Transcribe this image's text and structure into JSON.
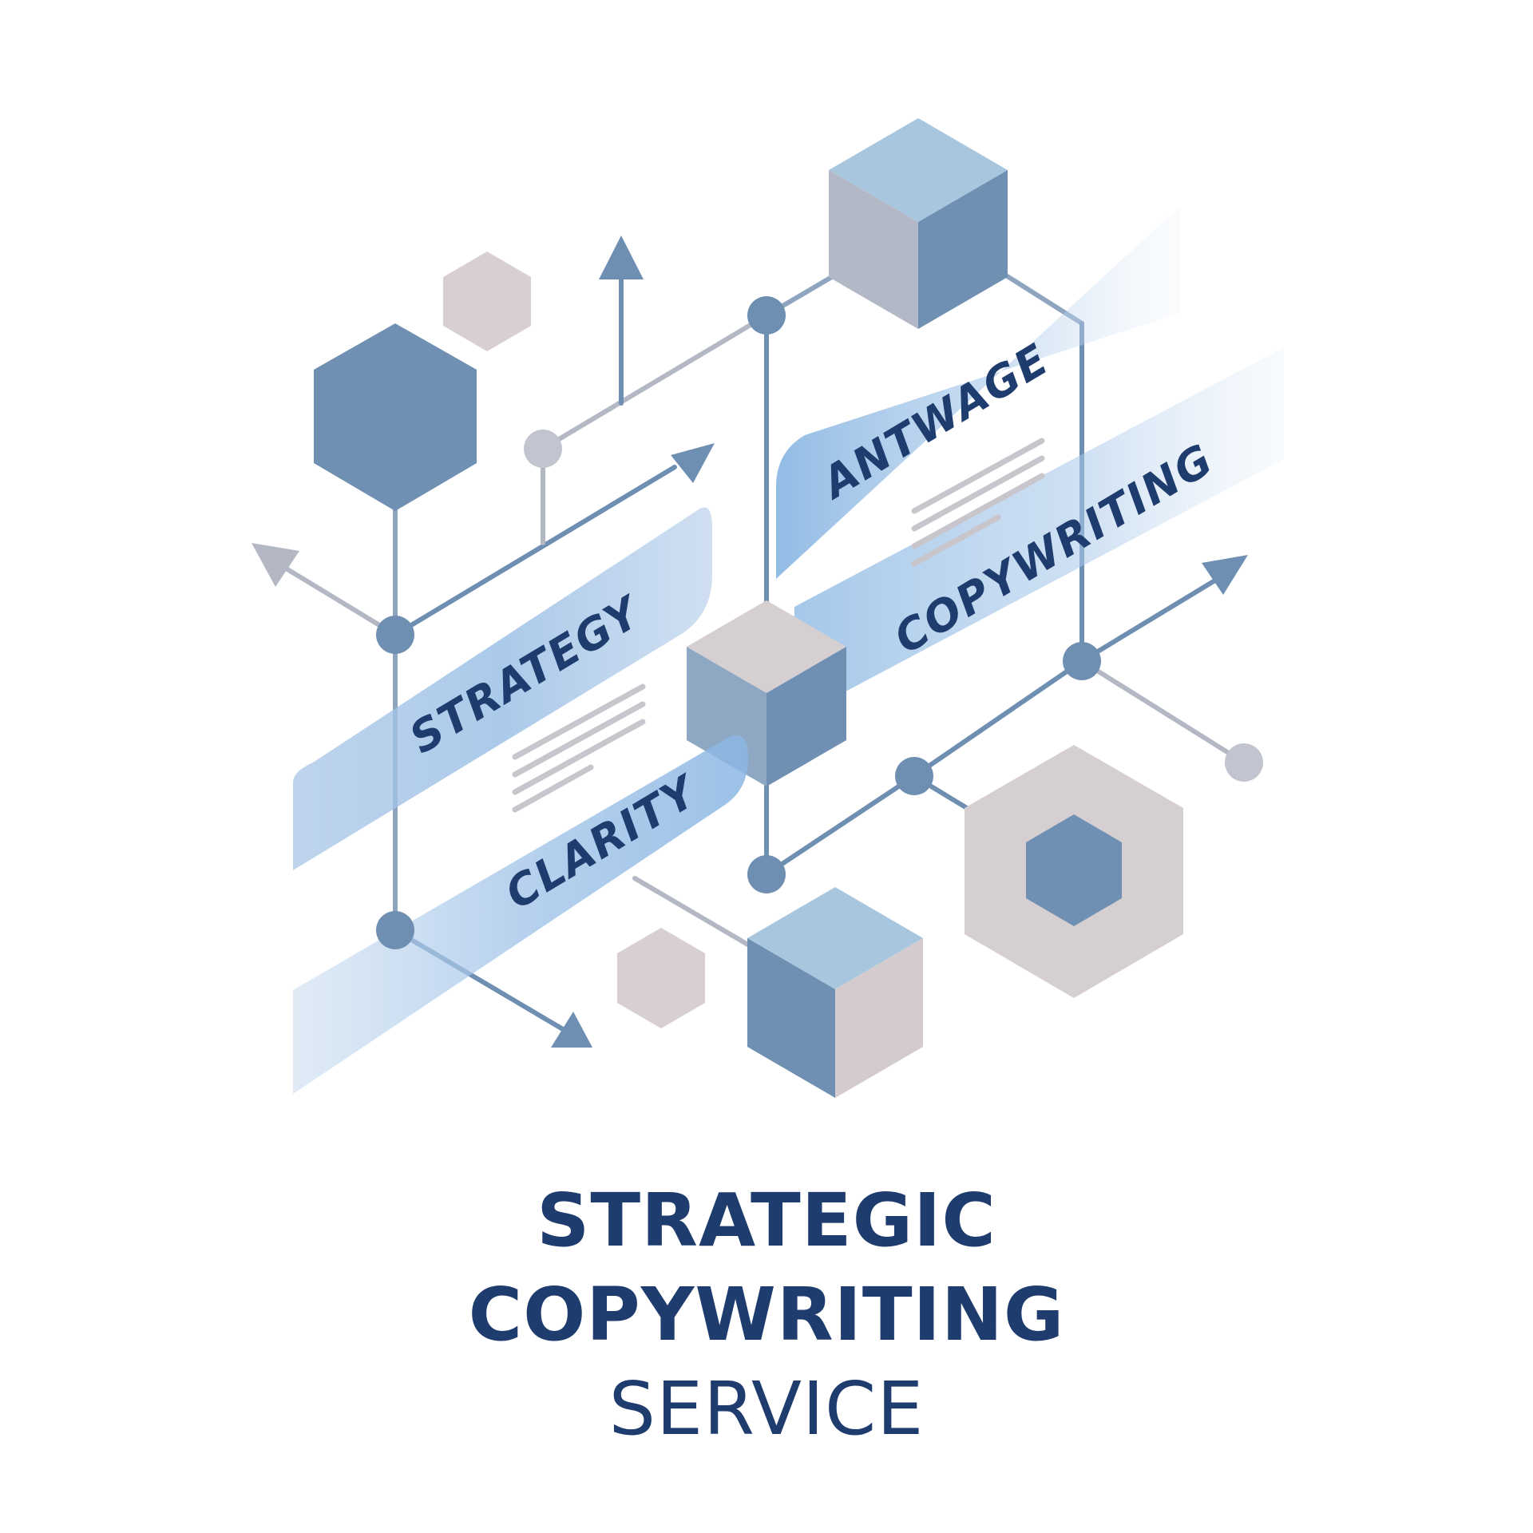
{
  "colors": {
    "navy": "#1f3c6e",
    "slate_blue": "#6f8fb2",
    "slate_blue_dark": "#5d7ea3",
    "light_blue": "#a9c6df",
    "sky_blue": "#7fb0e0",
    "taupe_gray": "#d3cbce",
    "connector_gray": "#b3b8c4",
    "background": "#ffffff"
  },
  "ribbons": {
    "strategy": "STRATEGY",
    "clarity": "CLARITY",
    "antwage": "ANTWAGE",
    "copywriting": "COPYWRITING"
  },
  "title": {
    "line1": "STRATEGIC",
    "line2": "COPYWRITING",
    "line3": "SERVICE"
  },
  "icons": {
    "hexagons": "hexagon-icon",
    "cubes": "cube-icon",
    "arrows": "arrow-icon",
    "nodes": "node-icon"
  }
}
